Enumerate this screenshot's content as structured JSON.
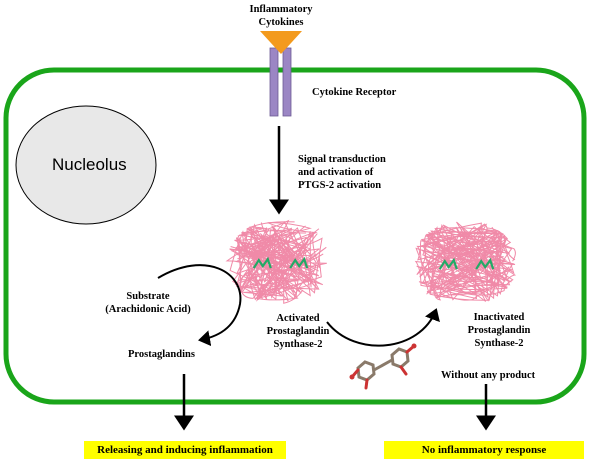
{
  "cytokines": {
    "line1": "Inflammatory",
    "line2": "Cytokines"
  },
  "receptor_label": "Cytokine Receptor",
  "nucleolus_label": "Nucleolus",
  "signal": {
    "line1": "Signal transduction",
    "line2": "and activation of",
    "line3": "PTGS-2 activation"
  },
  "substrate": {
    "line1": "Substrate",
    "line2": "(Arachidonic Acid)"
  },
  "product_label": "Prostaglandins",
  "activated": {
    "line1": "Activated",
    "line2": "Prostaglandin",
    "line3": "Synthase-2"
  },
  "inactivated": {
    "line1": "Inactivated",
    "line2": "Prostaglandin",
    "line3": "Synthase-2"
  },
  "no_product_label": "Without  any product",
  "outcome_left": "Releasing and inducing  inflammation",
  "outcome_right": "No inflammatory  response",
  "colors": {
    "cell_border": "#1aa51a",
    "receptor": "#9b86c4",
    "cytokine_cone": "#f39a1d",
    "protein": "#f08aa8",
    "ligand": "#22aa66",
    "highlight_box": "#ffff00",
    "nucleolus_fill": "#e8e8e8"
  }
}
